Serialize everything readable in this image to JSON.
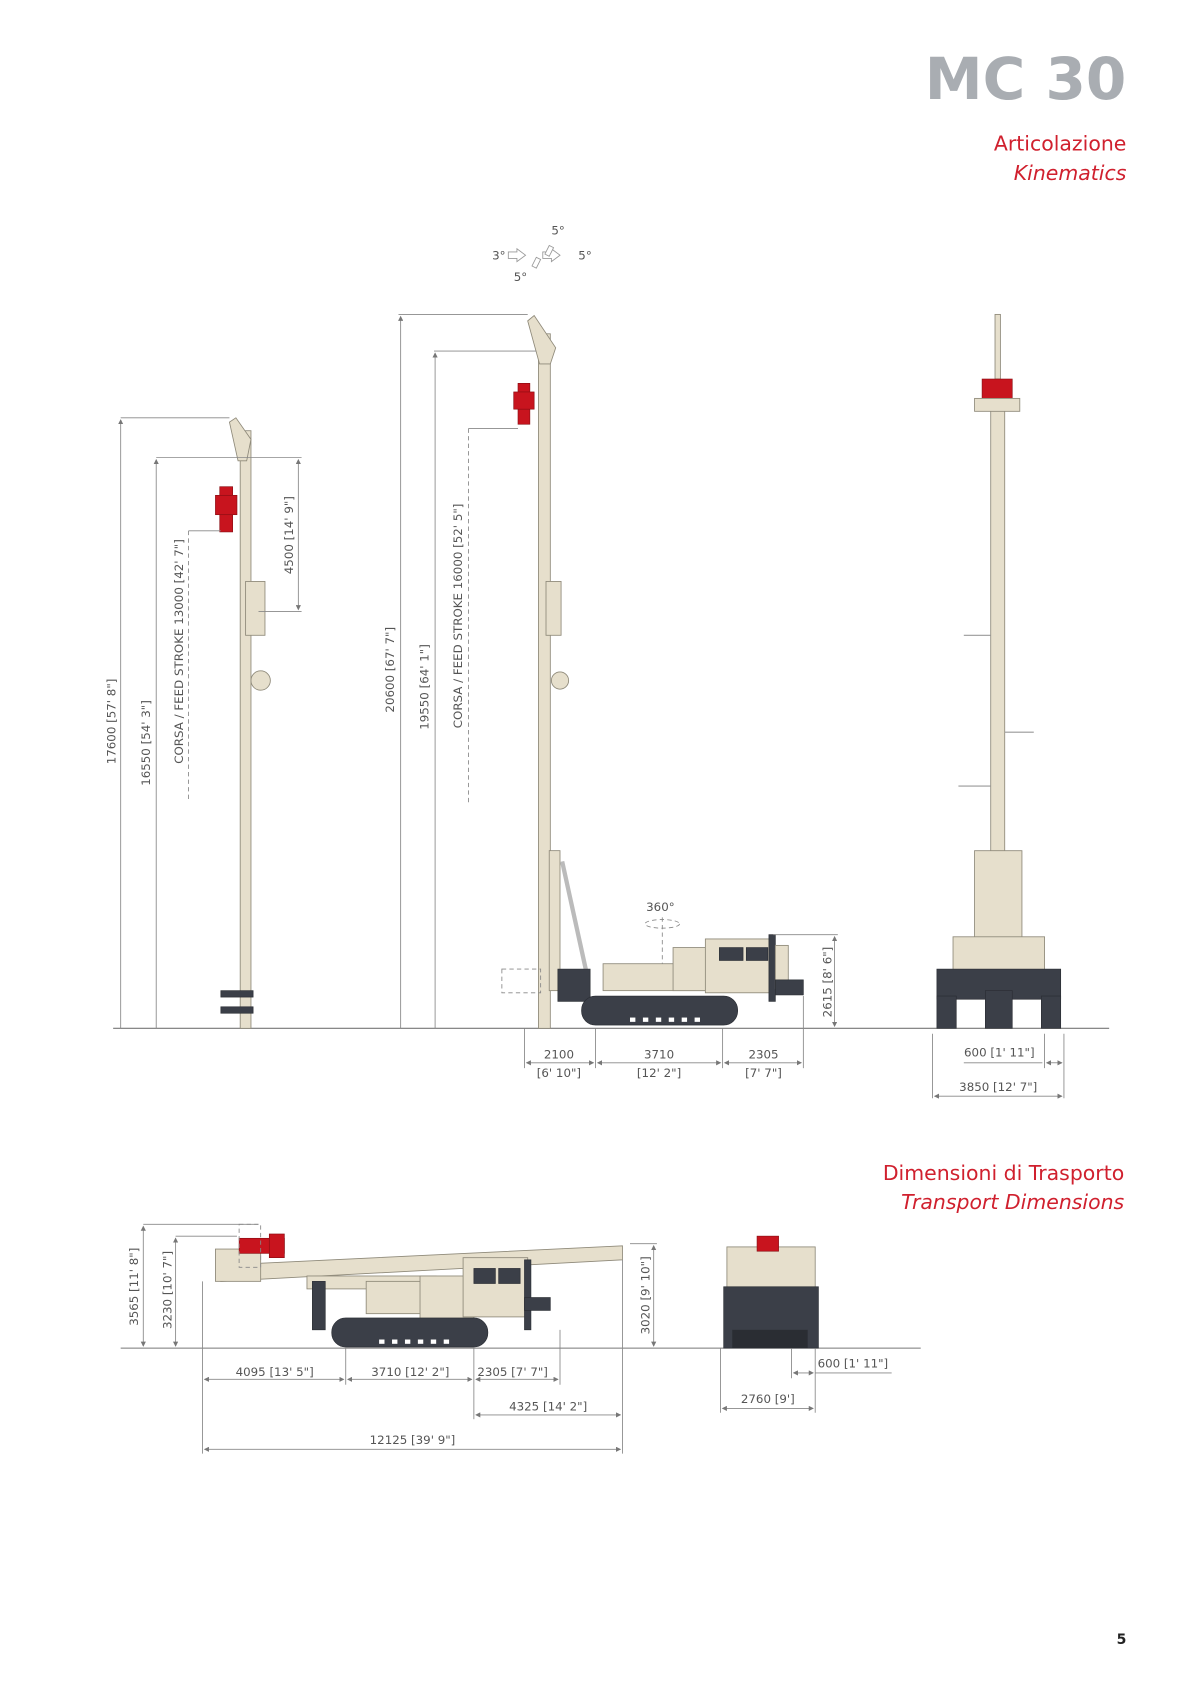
{
  "header": {
    "model": "MC 30",
    "section_it": "Articolazione",
    "section_en": "Kinematics"
  },
  "kinematics": {
    "angle_left": "3°",
    "angle_top": "5°",
    "angle_right": "5°",
    "angle_bottom": "5°",
    "rotation": "360°"
  },
  "side_view_short": {
    "total_height": "17600 [57' 8\"]",
    "mast_height": "16550 [54' 3\"]",
    "feed_stroke": "CORSA / FEED STROKE 13000 [42' 7\"]",
    "extension": "4500 [14' 9\"]"
  },
  "side_view_long": {
    "total_height": "20600 [67' 7\"]",
    "mast_height": "19550 [64' 1\"]",
    "feed_stroke": "CORSA / FEED STROKE 16000 [52' 5\"]",
    "body_height": "2615 [8' 6\"]",
    "dims": [
      {
        "mm": "2100",
        "ft": "[6' 10\"]"
      },
      {
        "mm": "3710",
        "ft": "[12' 2\"]"
      },
      {
        "mm": "2305",
        "ft": "[7' 7\"]"
      }
    ]
  },
  "front_view": {
    "offset": "600 [1' 11\"]",
    "width": "3850 [12' 7\"]"
  },
  "transport": {
    "section_it": "Dimensioni di Trasporto",
    "section_en": "Transport Dimensions",
    "height_total": "3565 [11' 8\"]",
    "height_mast": "3230 [10' 7\"]",
    "height_rear": "3020 [9' 10\"]",
    "len_front": "4095 [13' 5\"]",
    "len_tracks": "3710 [12' 2\"]",
    "len_rear": "2305 [7' 7\"]",
    "len_overhang": "4325 [14' 2\"]",
    "len_total": "12125 [39' 9\"]",
    "rear_offset": "600 [1' 11\"]",
    "rear_width": "2760 [9']"
  },
  "page_number": "5",
  "colors": {
    "accent": "#d0202e",
    "title_gray": "#a9adb2",
    "machine": "#e6dfcc",
    "dark": "#3b3f48"
  }
}
